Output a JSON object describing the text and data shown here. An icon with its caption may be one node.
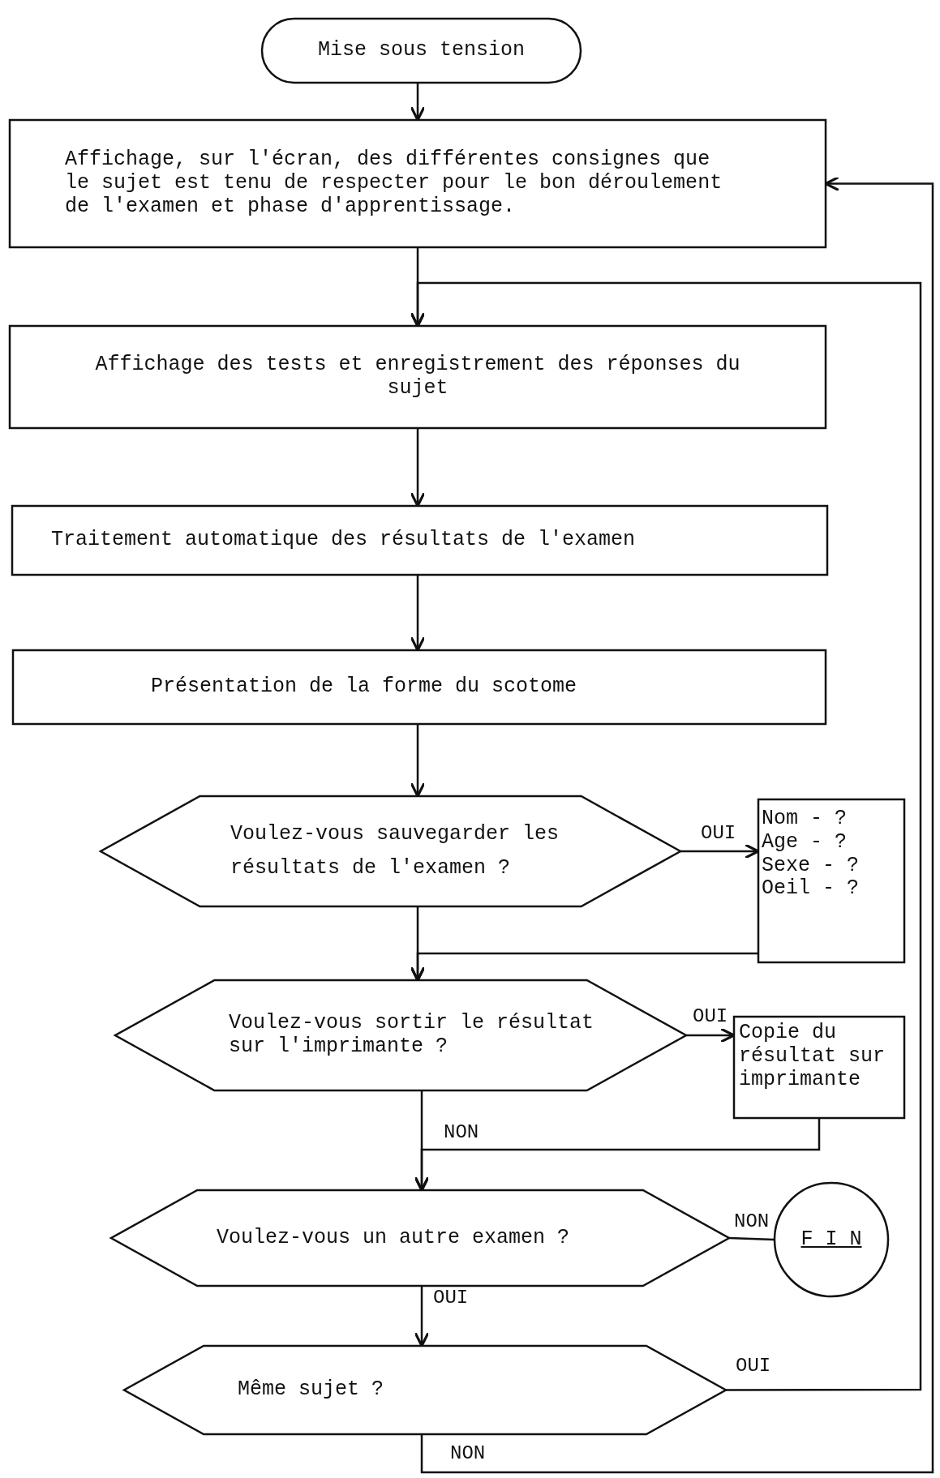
{
  "diagram": {
    "nodes": [
      {
        "text": [
          "Mise sous tension"
        ]
      },
      {
        "text": [
          "Affichage, sur l'écran, des différentes consignes que le sujet est tenu de respecter pour le bon déroulement de l'examen et phase d'apprentissage."
        ]
      },
      {
        "text": [
          "Affichage des tests et enregistrement des réponses du sujet"
        ]
      },
      {
        "text": [
          "Traitement automatique des résultats de l'examen"
        ]
      },
      {
        "text": [
          "Présentation de la forme du scotome"
        ]
      },
      {
        "text": [
          "Voulez-vous sauvegarder les résultats de l'examen ?"
        ]
      },
      {
        "text": [
          "Nom - ?",
          "Age - ?",
          "Sexe - ?",
          "Oeil - ?"
        ]
      },
      {
        "text": [
          "Voulez-vous sortir le résultat sur l'imprimante ?"
        ]
      },
      {
        "text": [
          "Copie du résultat sur imprimante"
        ]
      },
      {
        "text": [
          "Voulez-vous un autre examen ?"
        ]
      },
      {
        "text": [
          "F I N"
        ]
      },
      {
        "text": [
          "Même sujet ?"
        ]
      }
    ],
    "edges": [
      {
        "from": 0,
        "to": 1,
        "arrow": "to"
      },
      {
        "from": 1,
        "to": 2,
        "arrow": "to"
      },
      {
        "from": 2,
        "to": 3,
        "arrow": "to"
      },
      {
        "from": 3,
        "to": 4,
        "arrow": "to"
      },
      {
        "from": 4,
        "to": 5,
        "arrow": "to"
      },
      {
        "from": 5,
        "to": 6,
        "arrow": "to",
        "label": "OUI"
      },
      {
        "from": 5,
        "to": 7,
        "arrow": "to"
      },
      {
        "from": 6,
        "to": 7,
        "arrow": "to"
      },
      {
        "from": 7,
        "to": 8,
        "arrow": "to",
        "label": "OUI"
      },
      {
        "from": 7,
        "to": 9,
        "arrow": "to",
        "label": "NON"
      },
      {
        "from": 8,
        "to": 9,
        "arrow": "to"
      },
      {
        "from": 9,
        "to": 10,
        "arrow": "none",
        "label": "NON"
      },
      {
        "from": 9,
        "to": 11,
        "arrow": "to",
        "label": "OUI"
      },
      {
        "from": 11,
        "to": 2,
        "arrow": "to",
        "label": "OUI"
      },
      {
        "from": 11,
        "to": 1,
        "arrow": "to",
        "label": "NON"
      }
    ]
  }
}
